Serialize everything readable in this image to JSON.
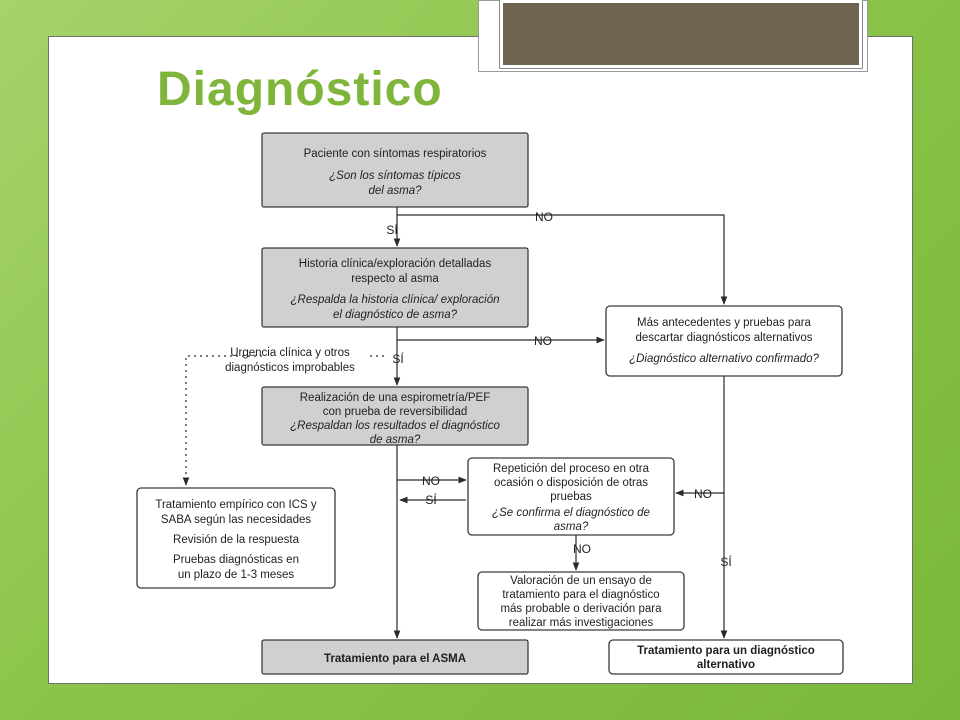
{
  "slide": {
    "title": "Diagnóstico"
  },
  "flowchart": {
    "start": {
      "line1": "Paciente con síntomas respiratorios",
      "q1": "¿Son los síntomas típicos",
      "q2": "del asma?"
    },
    "history": {
      "line1": "Historia clínica/exploración detalladas",
      "line2": "respecto al asma",
      "q1": "¿Respalda la historia clínica/ exploración",
      "q2": "el diagnóstico de asma?"
    },
    "alternative_tests": {
      "line1": "Más antecedentes y pruebas para",
      "line2": "descartar diagnósticos alternativos",
      "q1": "¿Diagnóstico alternativo confirmado?"
    },
    "emergency_note": {
      "line1": "Urgencia clínica y otros",
      "line2": "diagnósticos improbables"
    },
    "spirometry": {
      "line1": "Realización de una espirometría/PEF",
      "line2": "con prueba de reversibilidad",
      "q1": "¿Respaldan los resultados el diagnóstico",
      "q2": "de asma?"
    },
    "repeat": {
      "line1": "Repetición del proceso en otra",
      "line2": "ocasión o disposición de otras",
      "line3": "pruebas",
      "q1": "¿Se confirma el diagnóstico de",
      "q2": "asma?"
    },
    "empirical": {
      "line1": "Tratamiento empírico con ICS y",
      "line2": "SABA según las necesidades",
      "line3": "Revisión de la respuesta",
      "line4": "Pruebas diagnósticas en",
      "line5": "un plazo de 1-3 meses"
    },
    "trial": {
      "line1": "Valoración de un ensayo de",
      "line2": "tratamiento para el diagnóstico",
      "line3": "más probable o derivación para",
      "line4": "realizar más investigaciones"
    },
    "asthma_treatment": {
      "label": "Tratamiento para el ASMA"
    },
    "alt_treatment": {
      "line1": "Tratamiento para un diagnóstico",
      "line2": "alternativo"
    },
    "labels": {
      "yes": "SÍ",
      "no": "NO"
    }
  }
}
